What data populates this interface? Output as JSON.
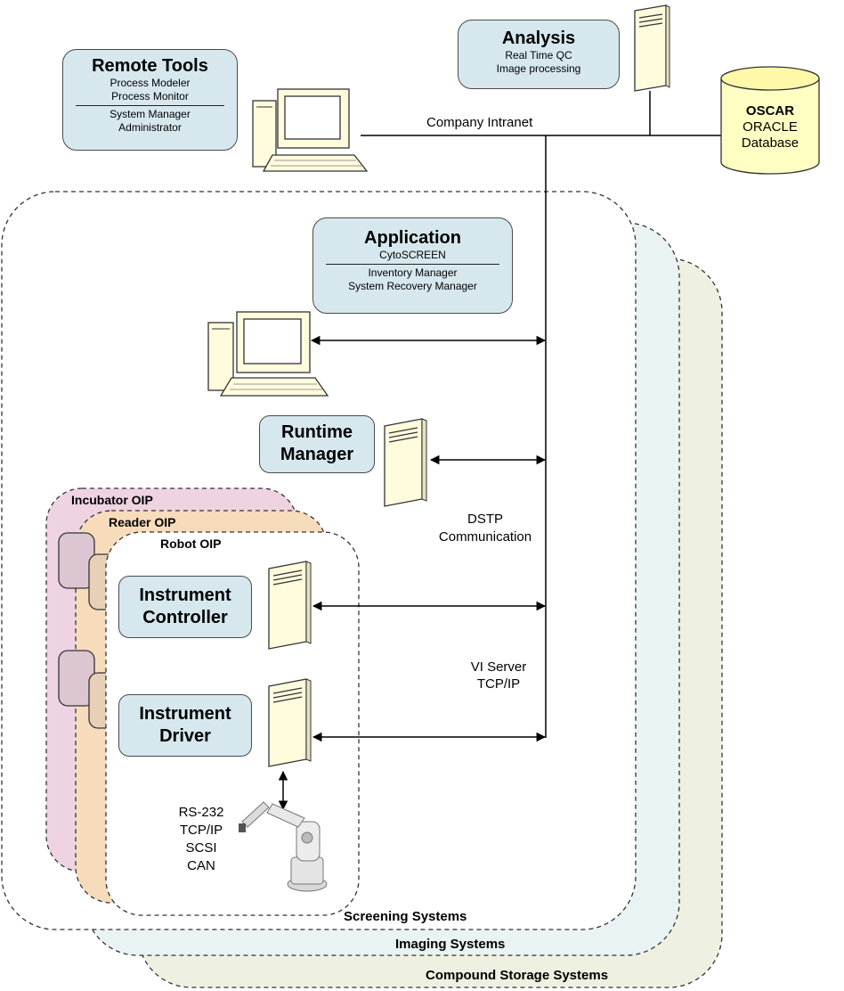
{
  "remote_tools": {
    "title": "Remote Tools",
    "lines_top": [
      "Process Modeler",
      "Process Monitor"
    ],
    "lines_bottom": [
      "System Manager",
      "Administrator"
    ]
  },
  "analysis": {
    "title": "Analysis",
    "lines": [
      "Real Time QC",
      "Image processing"
    ]
  },
  "database": {
    "name": "OSCAR",
    "lines": [
      "ORACLE",
      "Database"
    ]
  },
  "network_label": "Company Intranet",
  "application": {
    "title": "Application",
    "subtitle": "CytoSCREEN",
    "lines": [
      "Inventory Manager",
      "System Recovery Manager"
    ]
  },
  "runtime_manager": {
    "line1": "Runtime",
    "line2": "Manager"
  },
  "dstp": {
    "line1": "DSTP",
    "line2": "Communication"
  },
  "vi_server": {
    "line1": "VI Server",
    "line2": "TCP/IP"
  },
  "instrument_controller": {
    "line1": "Instrument",
    "line2": "Controller"
  },
  "instrument_driver": {
    "line1": "Instrument",
    "line2": "Driver"
  },
  "protocols": [
    "RS-232",
    "TCP/IP",
    "SCSI",
    "CAN"
  ],
  "oip_labels": {
    "incubator": "Incubator OIP",
    "reader": "Reader OIP",
    "robot": "Robot OIP"
  },
  "system_labels": {
    "screening": "Screening Systems",
    "imaging": "Imaging Systems",
    "compound_storage": "Compound Storage Systems"
  },
  "colors": {
    "box_fill": "#d6e8ee",
    "incubator_fill": "#efd3e3",
    "reader_fill": "#f6dcbb",
    "imaging_fill": "#e9f3f3",
    "storage_fill": "#eef1e1",
    "device_fill": "#fffbdd",
    "db_fill": "#ffffc4"
  }
}
